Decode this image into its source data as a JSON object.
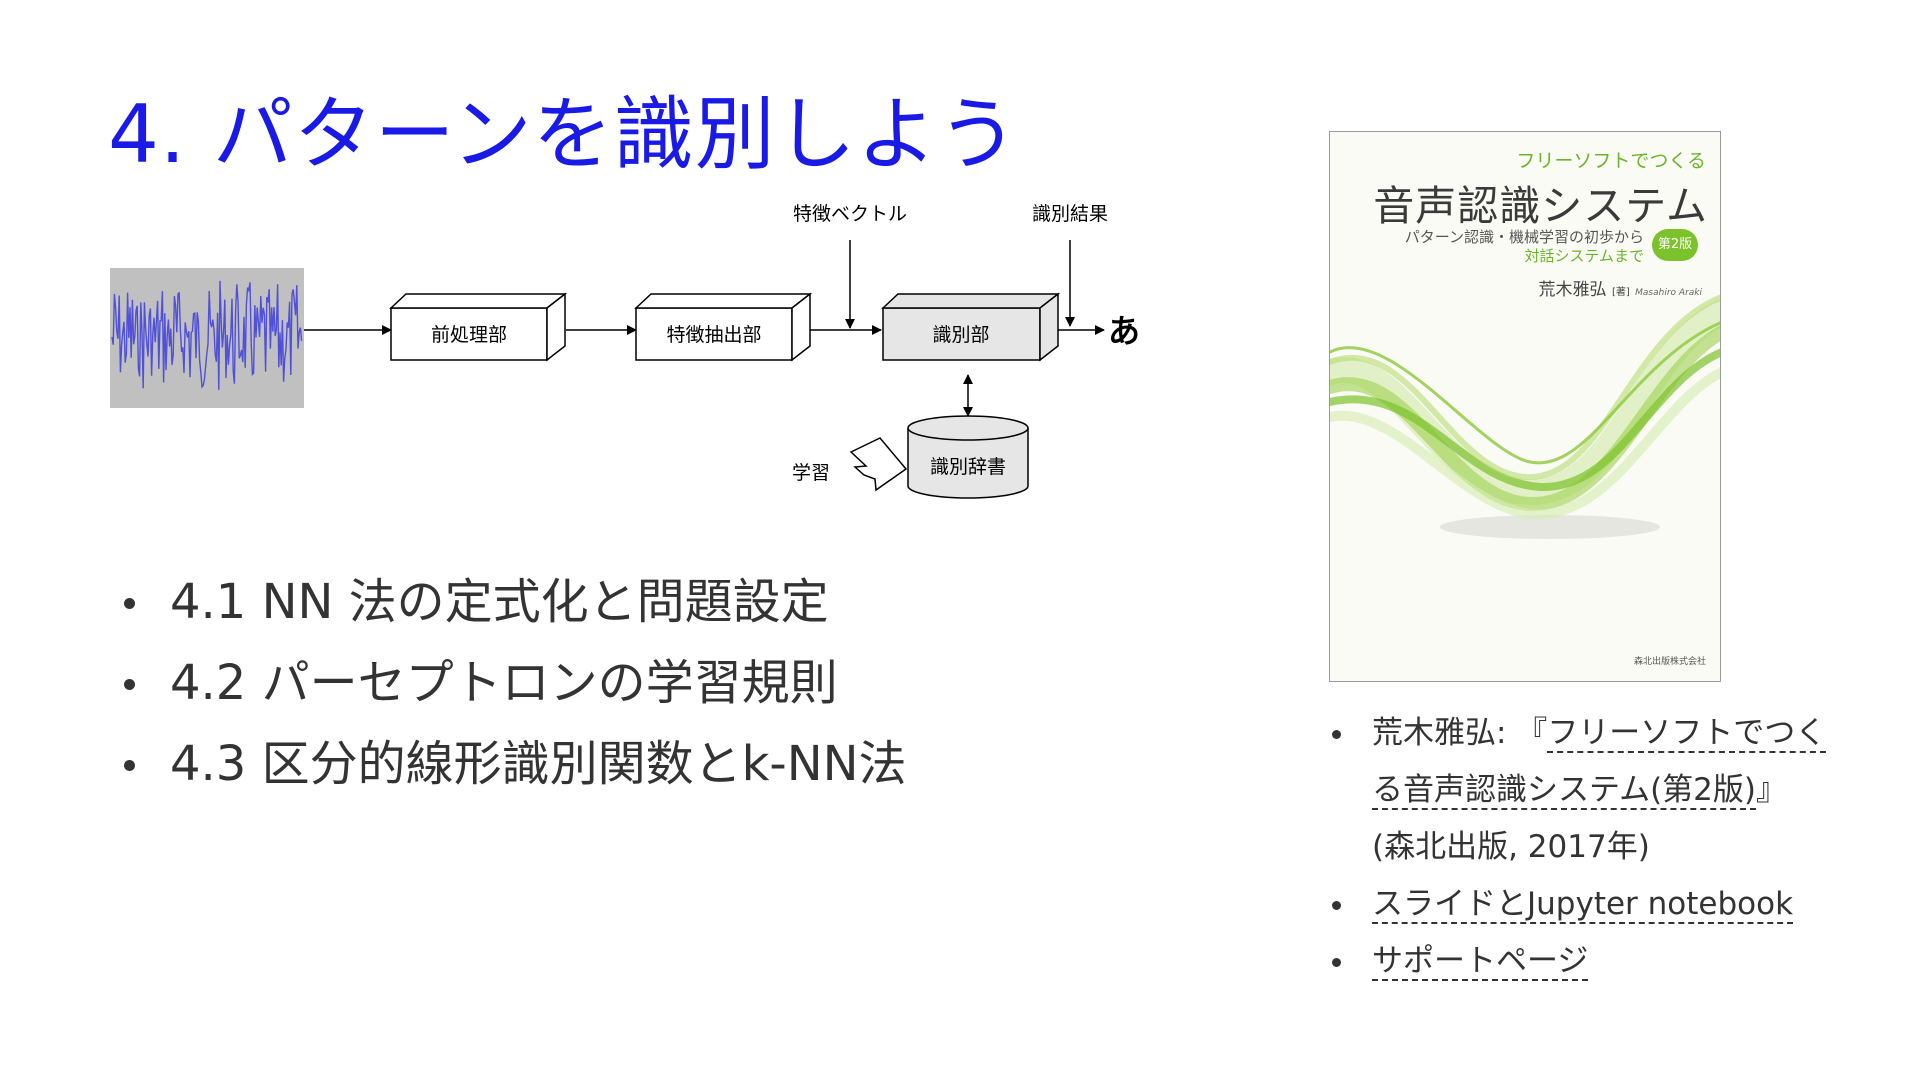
{
  "slide": {
    "title": "4. パターンを識別しよう"
  },
  "diagram": {
    "feature_vector_label": "特徴ベクトル",
    "result_label": "識別結果",
    "preprocess_label": "前処理部",
    "feature_extract_label": "特徴抽出部",
    "classifier_label": "識別部",
    "output_char": "あ",
    "dictionary_label": "識別辞書",
    "learning_label": "学習"
  },
  "topics": [
    {
      "label": "4.1 NN 法の定式化と問題設定"
    },
    {
      "label": "4.2 パーセプトロンの学習規則"
    },
    {
      "label": "4.3 区分的線形識別関数とk-NN法"
    }
  ],
  "book": {
    "subtitle": "フリーソフトでつくる",
    "title": "音声認識システム",
    "line1": "パターン認識・機械学習の初歩から",
    "line2": "対話システムまで",
    "edition": "第2版",
    "author": "荒木雅弘",
    "author_role": "[著]",
    "author_roman": "Masahiro Araki",
    "publisher": "森北出版株式会社"
  },
  "references": {
    "item1_prefix": "荒木雅弘: 『",
    "item1_link": "フリーソフトでつくる音声認識システム(第2版)",
    "item1_suffix": "』(森北出版, 2017年)",
    "item2_link": "スライドとJupyter notebook",
    "item3_link": "サポートページ"
  },
  "colors": {
    "title": "#1a1ae6",
    "text": "#333333",
    "waveform": "#5050d8",
    "waveform_bg": "#c0c0c0",
    "book_green": "#7cc22a"
  }
}
